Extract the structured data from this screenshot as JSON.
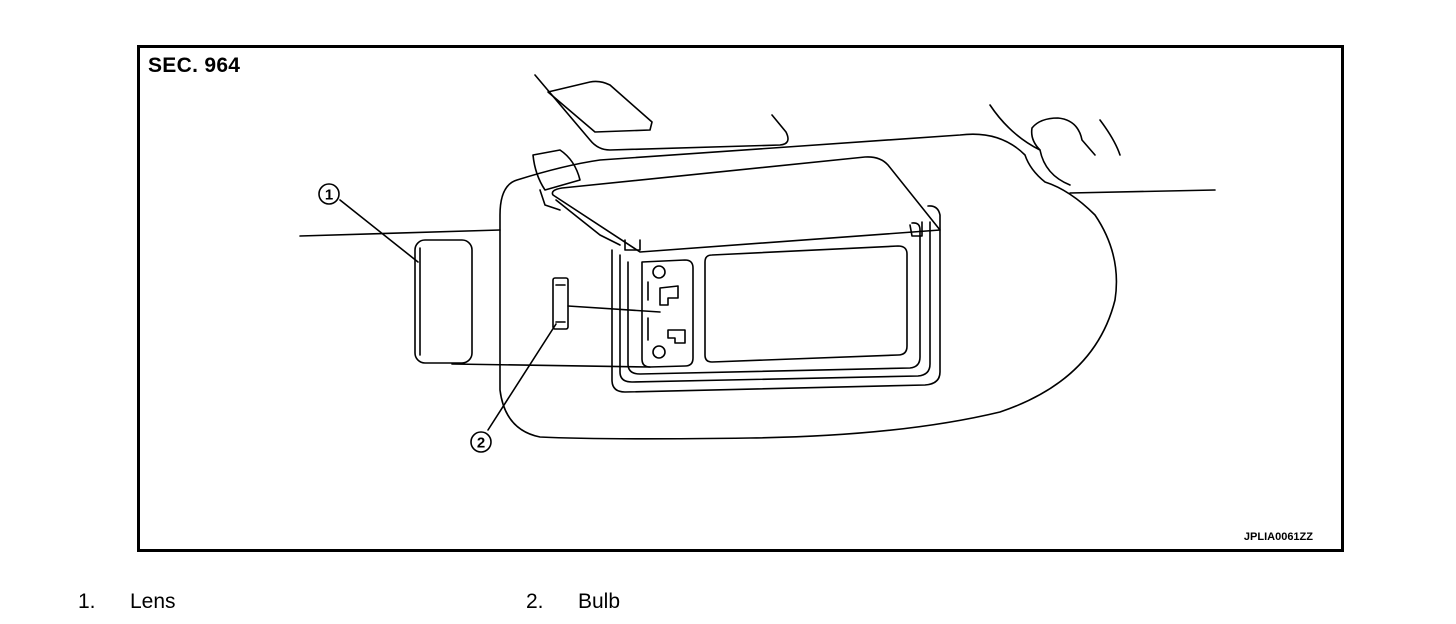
{
  "figure": {
    "section": "SEC. 964",
    "code": "JPLIA0061ZZ",
    "callouts": [
      {
        "number": "1",
        "part": "lens"
      },
      {
        "number": "2",
        "part": "bulb"
      }
    ]
  },
  "legend": [
    {
      "number": "1.",
      "label": "Lens"
    },
    {
      "number": "2.",
      "label": "Bulb"
    }
  ]
}
